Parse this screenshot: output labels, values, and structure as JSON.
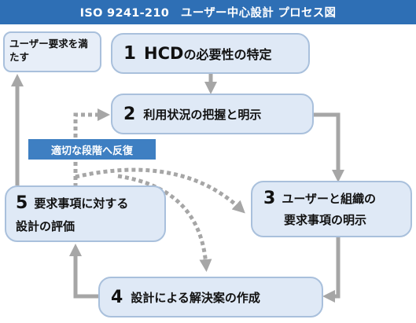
{
  "title": "ISO 9241-210　ユーザー中心設計 プロセス図",
  "goal_text": "ユーザー要求を満たす",
  "iterate_label": "適切な段階へ反復",
  "steps": [
    {
      "num": "1",
      "text_main": "HCD",
      "text_rest": "の必要性の特定"
    },
    {
      "num": "2",
      "text": "利用状況の把握と明示"
    },
    {
      "num": "3",
      "text_line1": "ユーザーと組織の",
      "text_line2": "要求事項の明示"
    },
    {
      "num": "4",
      "text": "設計による解決案の作成"
    },
    {
      "num": "5",
      "text_line1": "要求事項に対する",
      "text_line2": "設計の評価"
    }
  ],
  "colors": {
    "header": "#2e6fb5",
    "box_fill": "#dfe9f6",
    "box_border": "#a9c0dc",
    "arrow": "#a6a6a6",
    "tag": "#3e7fc2"
  }
}
